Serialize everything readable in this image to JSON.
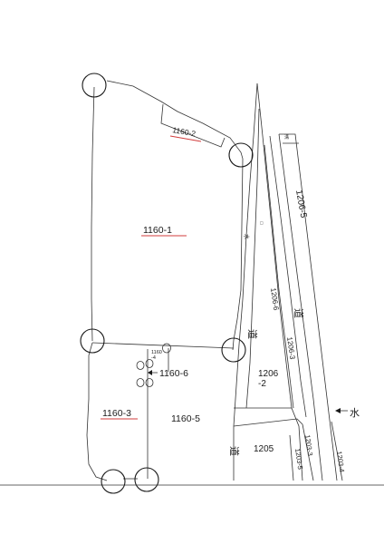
{
  "parcels": {
    "p1160_1": "1160-1",
    "p1160_2": "1160-2",
    "p1160_3": "1160-3",
    "p1160_4": "1160\n-4",
    "p1160_5": "1160-5",
    "p1160_6": "1160-6",
    "p1205": "1205",
    "p1206_2": "1206\n-2",
    "p1206_3": "1206-3",
    "p1206_5": "1206-5",
    "p1206_6": "1206-6",
    "p1203_3": "1203-3",
    "p1203_4": "1203-4",
    "p1203_5": "1203-5"
  },
  "features": {
    "road_label": "道",
    "water_label": "水",
    "water_small": "水",
    "ditch_label": "溝",
    "marker_small": "□"
  },
  "colors": {
    "underline": "#d23c3c",
    "line": "#333333"
  }
}
